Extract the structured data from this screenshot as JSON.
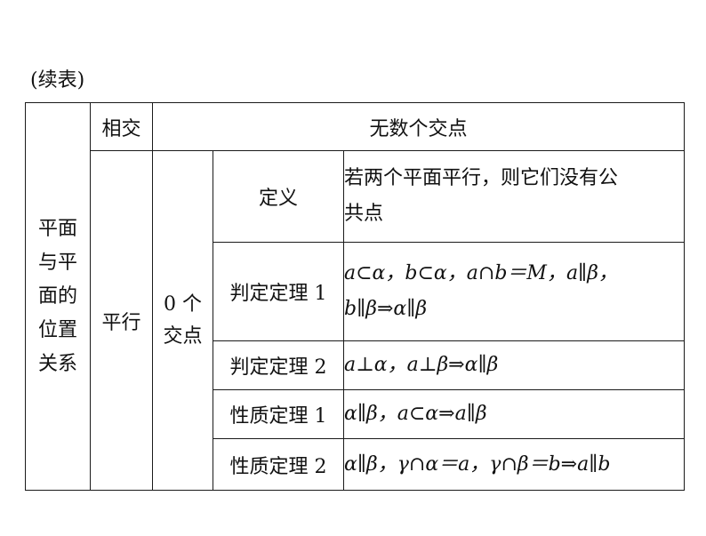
{
  "caption": "(续表)",
  "category": [
    "平面",
    "与平",
    "面的",
    "位置",
    "关系"
  ],
  "intersect": {
    "relation": "相交",
    "common_points": "无数个交点"
  },
  "parallel": {
    "relation": "平行",
    "common_points_line1": "0 个",
    "common_points_line2": "交点",
    "rows": [
      {
        "label": "定义",
        "content_line1": "若两个平面平行，则它们没有公",
        "content_line2": "共点"
      },
      {
        "label": "判定定理 1",
        "formula_line1": "a⊂α，b⊂α，a∩b＝M，a∥β，",
        "formula_line2": "b∥β⇒α∥β"
      },
      {
        "label": "判定定理 2",
        "formula": "a⊥α，a⊥β⇒α∥β"
      },
      {
        "label": "性质定理 1",
        "formula": "α∥β，a⊂α⇒a∥β"
      },
      {
        "label": "性质定理 2",
        "formula": "α∥β，γ∩α＝a，γ∩β＝b⇒a∥b"
      }
    ]
  }
}
